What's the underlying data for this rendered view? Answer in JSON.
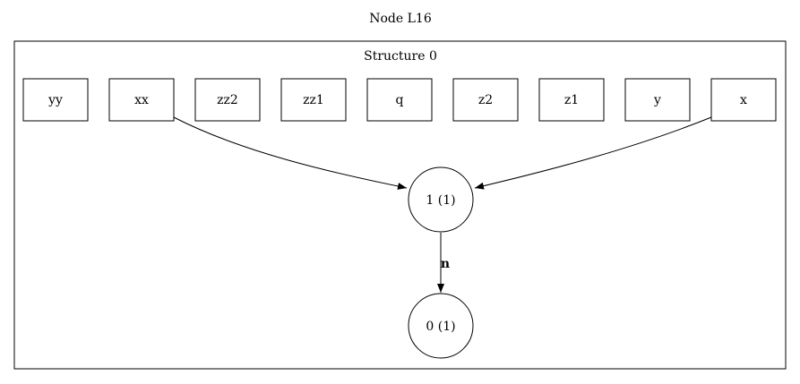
{
  "title": "Node L16",
  "cluster": {
    "label": "Structure 0"
  },
  "boxes": [
    {
      "id": "yy",
      "label": "yy"
    },
    {
      "id": "xx",
      "label": "xx"
    },
    {
      "id": "zz2",
      "label": "zz2"
    },
    {
      "id": "zz1",
      "label": "zz1"
    },
    {
      "id": "q",
      "label": "q"
    },
    {
      "id": "z2",
      "label": "z2"
    },
    {
      "id": "z1",
      "label": "z1"
    },
    {
      "id": "y",
      "label": "y"
    },
    {
      "id": "x",
      "label": "x"
    }
  ],
  "nodes": [
    {
      "id": "n1",
      "label": "1 (1)"
    },
    {
      "id": "n0",
      "label": "0 (1)"
    }
  ],
  "edges": [
    {
      "from": "xx",
      "to": "n1",
      "label": ""
    },
    {
      "from": "x",
      "to": "n1",
      "label": ""
    },
    {
      "from": "n1",
      "to": "n0",
      "label": "n"
    }
  ]
}
